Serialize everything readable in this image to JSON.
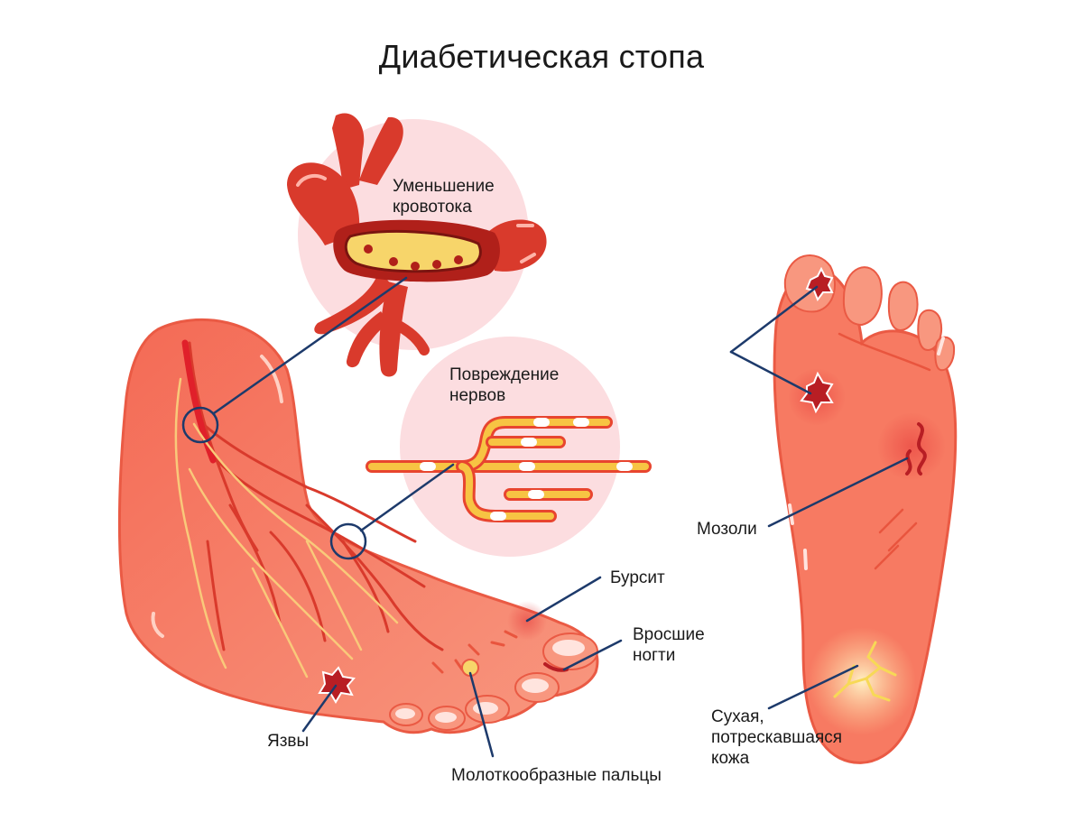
{
  "title": "Диабетическая стопа",
  "labels": {
    "blood_flow": [
      "Уменьшение",
      "кровотока"
    ],
    "nerve_damage": [
      "Повреждение",
      "нервов"
    ],
    "bunion": "Бурсит",
    "ingrown_nails": [
      "Вросшие",
      "ногти"
    ],
    "ulcers": "Язвы",
    "hammer_toes": "Молоткообразные пальцы",
    "calluses": "Мозоли",
    "dry_skin": [
      "Сухая,",
      "потрескавшаяся",
      "кожа"
    ]
  },
  "colors": {
    "skin": "#f5775f",
    "skin_light": "#fca48e",
    "skin_outline": "#e9553e",
    "vessel": "#d93a2c",
    "vessel_dark": "#b0201a",
    "nerve": "#f7c443",
    "nerve_outline": "#e8452f",
    "bubble": "#fcdde0",
    "leader": "#1d3a6b",
    "wound": "#b81e24",
    "plaque": "#f7d56a"
  }
}
